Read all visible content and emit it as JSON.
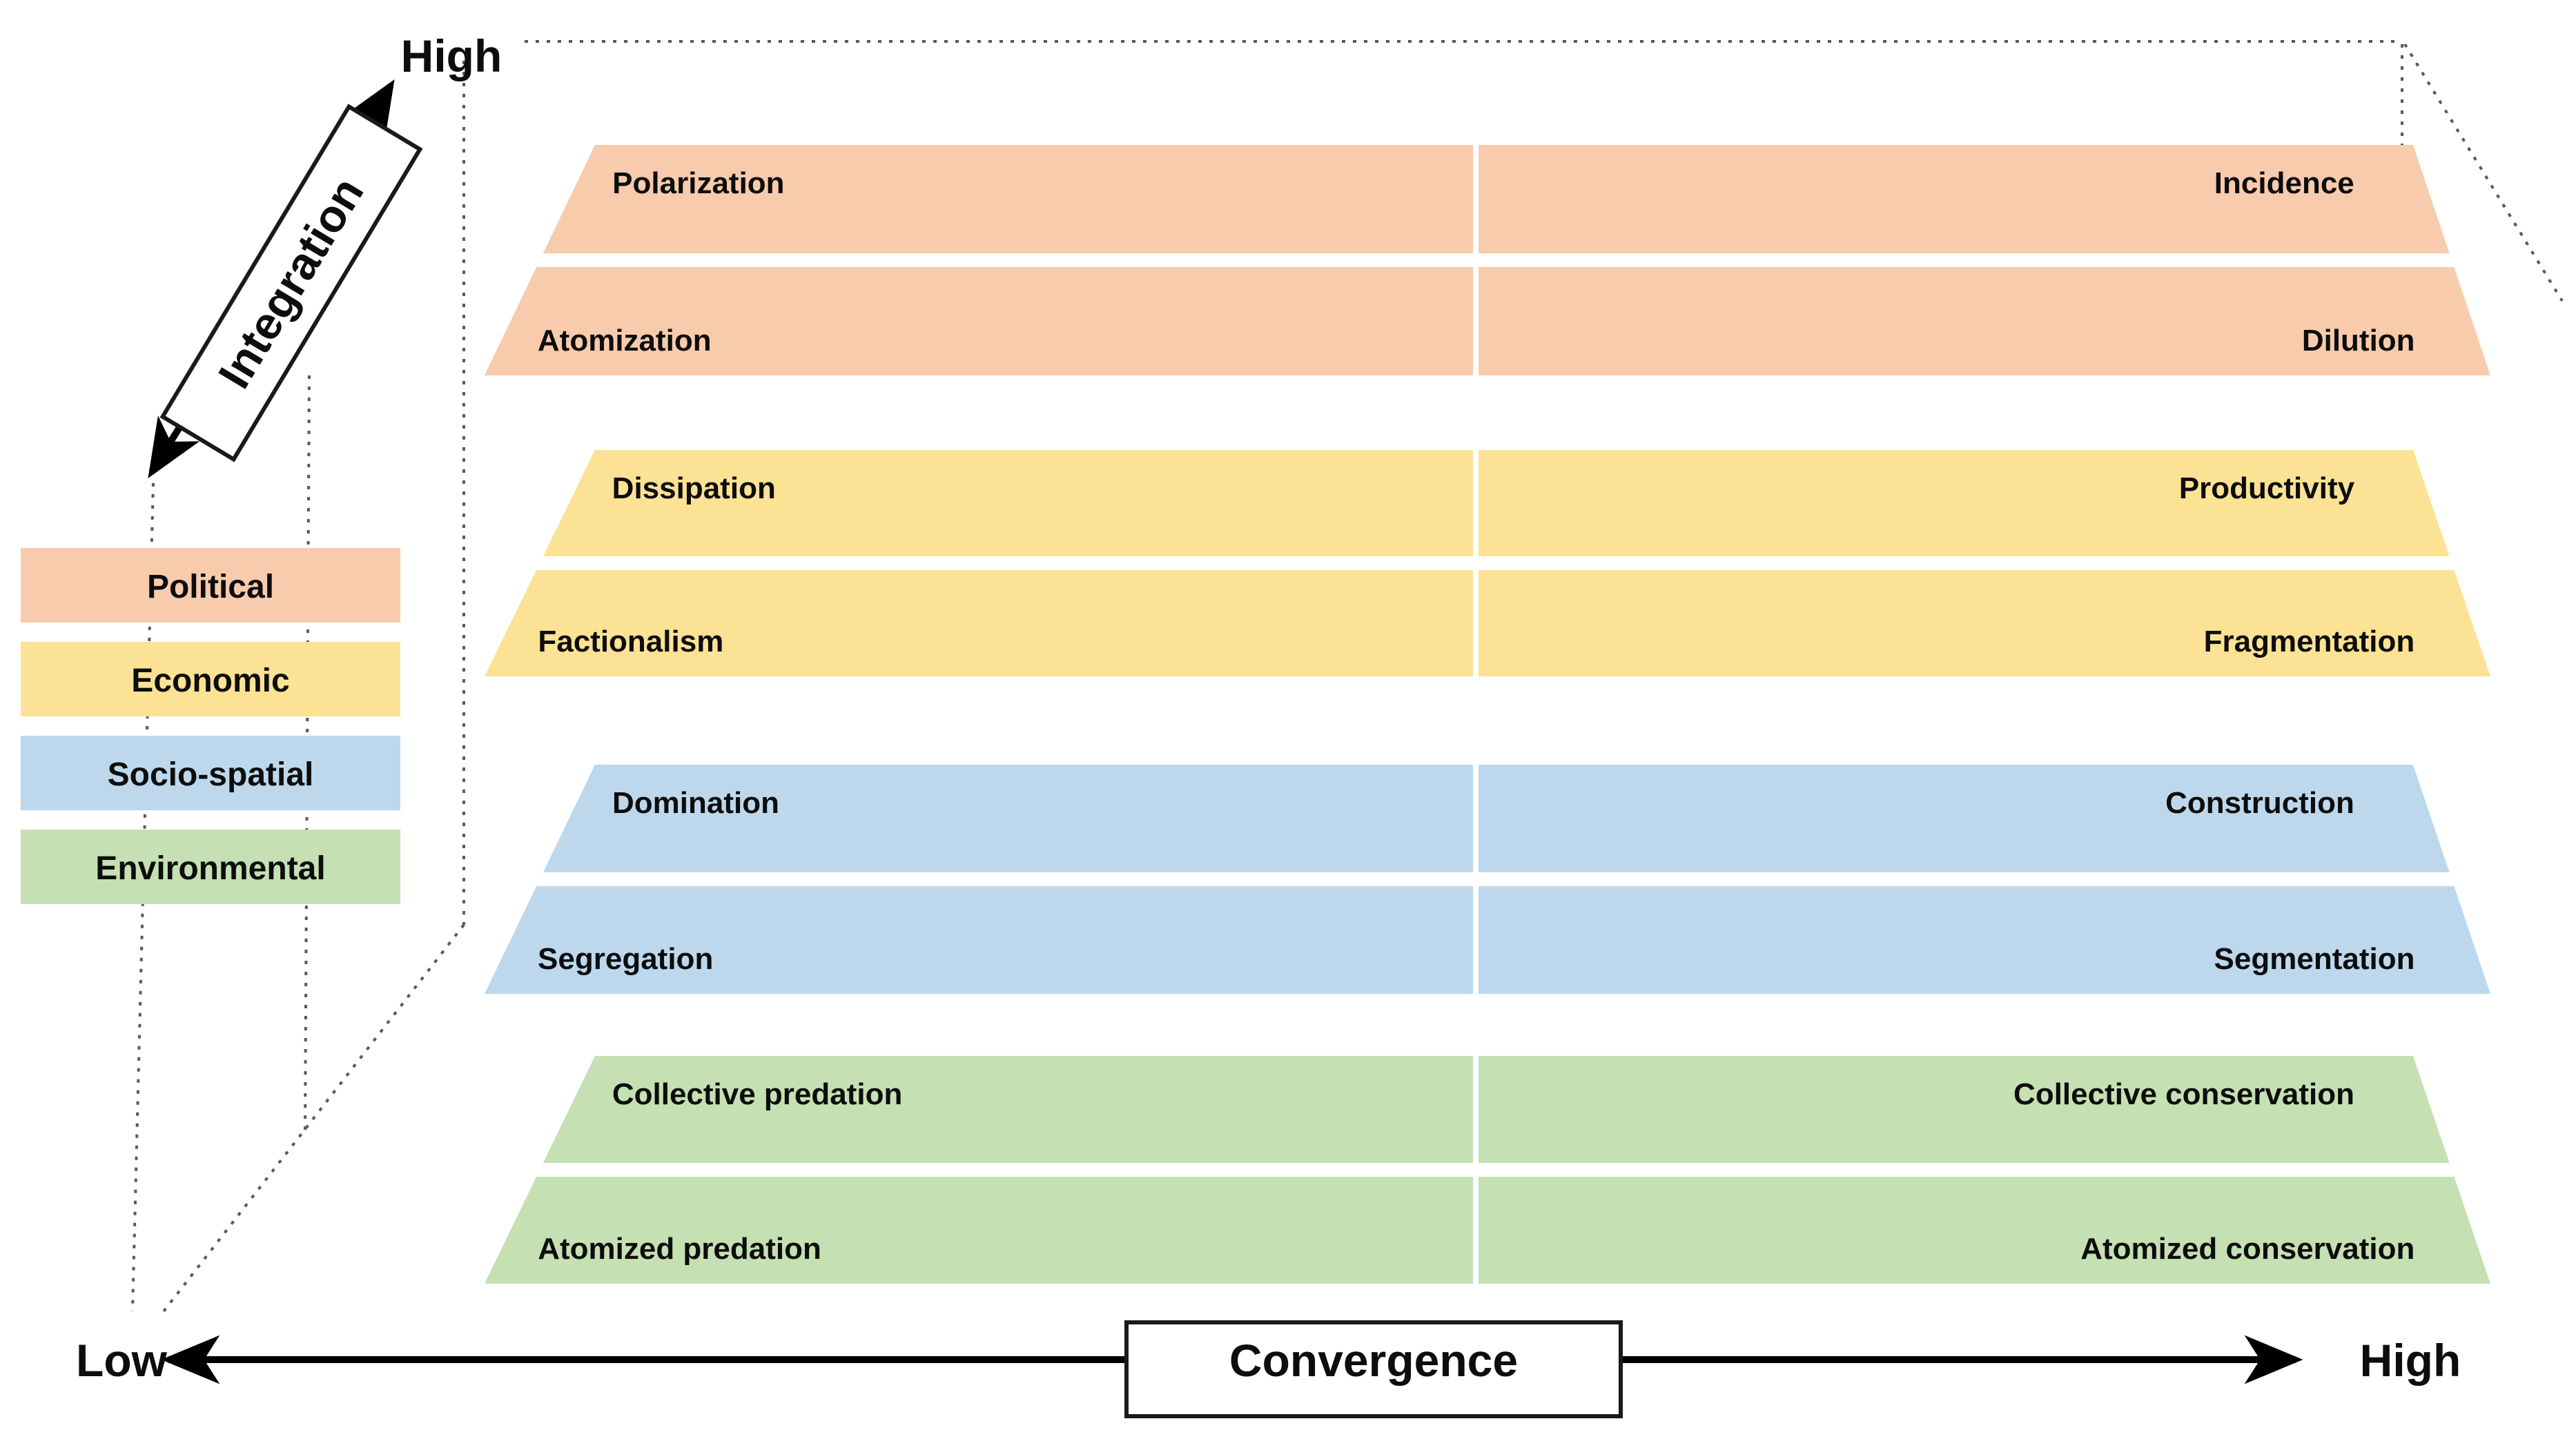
{
  "axes": {
    "integration": {
      "label": "Integration",
      "high": "High"
    },
    "convergence": {
      "label": "Convergence",
      "high": "High"
    },
    "origin": {
      "low": "Low"
    }
  },
  "layers": [
    {
      "id": "political",
      "legend_label": "Political",
      "color": "#F8CBAD",
      "quadrants": {
        "top_left": "Polarization",
        "top_right": "Incidence",
        "bottom_left": "Atomization",
        "bottom_right": "Dilution"
      }
    },
    {
      "id": "economic",
      "legend_label": "Economic",
      "color": "#FCE294",
      "quadrants": {
        "top_left": "Dissipation",
        "top_right": "Productivity",
        "bottom_left": "Factionalism",
        "bottom_right": "Fragmentation"
      }
    },
    {
      "id": "socio-spatial",
      "legend_label": "Socio-spatial",
      "color": "#BDD8EC",
      "quadrants": {
        "top_left": "Domination",
        "top_right": "Construction",
        "bottom_left": "Segregation",
        "bottom_right": "Segmentation"
      }
    },
    {
      "id": "environmental",
      "legend_label": "Environmental",
      "color": "#C5E0B3",
      "quadrants": {
        "top_left": "Collective predation",
        "top_right": "Collective conservation",
        "bottom_left": "Atomized predation",
        "bottom_right": "Atomized conservation"
      }
    }
  ],
  "colors": {
    "political": "#F8CBAD",
    "economic": "#FCE294",
    "socio_spatial": "#BDD8EC",
    "environmental": "#C5E0B3",
    "guide_lines": "#595959",
    "text": "#0d0d0d"
  }
}
